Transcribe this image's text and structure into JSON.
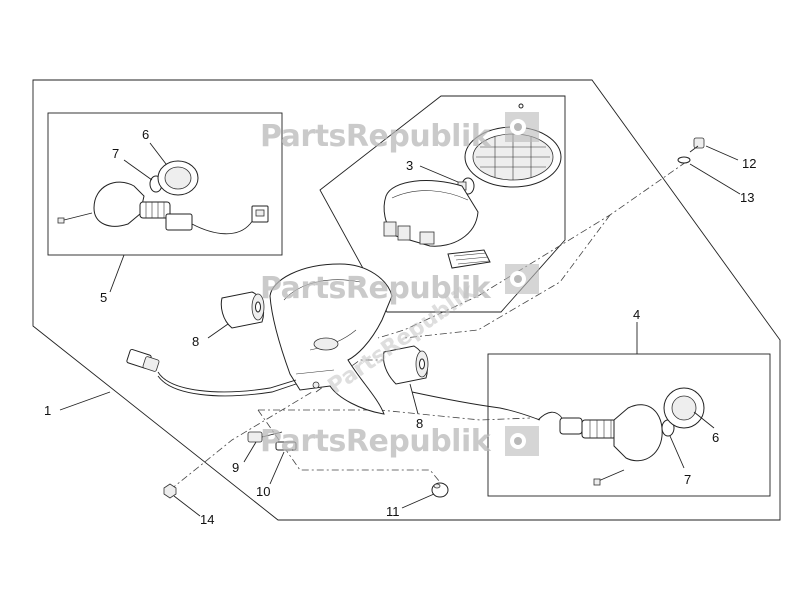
{
  "watermark": {
    "text": "PartsRepublik"
  },
  "labels": {
    "l1": "1",
    "l3": "3",
    "l4": "4",
    "l5": "5",
    "l6a": "6",
    "l6b": "6",
    "l7a": "7",
    "l7b": "7",
    "l8a": "8",
    "l8b": "8",
    "l9": "9",
    "l10": "10",
    "l11": "11",
    "l12": "12",
    "l13": "13",
    "l14": "14"
  },
  "colors": {
    "line": "#222222",
    "watermark": "#b9b9b9",
    "background": "#ffffff"
  }
}
